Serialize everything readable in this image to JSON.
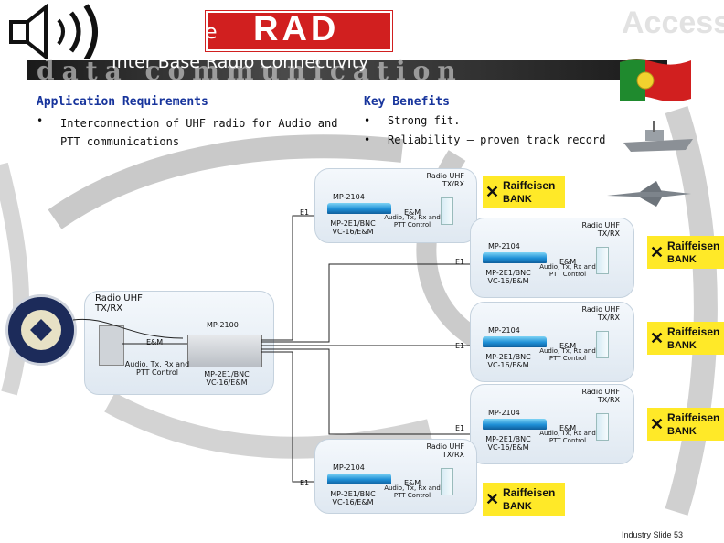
{
  "header": {
    "title_fragment": "e",
    "subtitle": "Inter Base Radio Connectivity",
    "banner_text": "data communication",
    "logo": "RAD",
    "access_text": "Access"
  },
  "requirements": {
    "heading": "Application Requirements",
    "items": [
      "Interconnection of UHF radio for Audio and PTT communications"
    ]
  },
  "benefits": {
    "heading": "Key Benefits",
    "items": [
      "Strong fit.",
      "Reliability – proven track record"
    ]
  },
  "central_site": {
    "radio_label": "Radio UHF TX/RX",
    "device": "MP-2100",
    "card": "MP-2E1/BNC VC-16/E&M",
    "em": "E&M",
    "audio": "Audio, Tx, Rx and PTT Control"
  },
  "remote_sites": [
    {
      "radio_label": "Radio UHF TX/RX",
      "device": "MP-2104",
      "e1": "E1",
      "em": "E&M",
      "card": "MP-2E1/BNC VC-16/E&M",
      "audio": "Audio, Tx, Rx and PTT Control",
      "bank": [
        "Raiffeisen",
        "BANK"
      ]
    },
    {
      "radio_label": "Radio UHF TX/RX",
      "device": "MP-2104",
      "e1": "E1",
      "em": "E&M",
      "card": "MP-2E1/BNC VC-16/E&M",
      "audio": "Audio, Tx, Rx and PTT Control",
      "bank": [
        "Raiffeisen",
        "BANK"
      ]
    },
    {
      "radio_label": "Radio UHF TX/RX",
      "device": "MP-2104",
      "e1": "E1",
      "em": "E&M",
      "card": "MP-2E1/BNC VC-16/E&M",
      "audio": "Audio, Tx, Rx and PTT Control",
      "bank": [
        "Raiffeisen",
        "BANK"
      ]
    },
    {
      "radio_label": "Radio UHF TX/RX",
      "device": "MP-2104",
      "e1": "E1",
      "em": "E&M",
      "card": "MP-2E1/BNC VC-16/E&M",
      "audio": "Audio, Tx, Rx and PTT Control",
      "bank": [
        "Raiffeisen",
        "BANK"
      ]
    },
    {
      "radio_label": "Radio UHF TX/RX",
      "device": "MP-2104",
      "e1": "E1",
      "em": "E&M",
      "card": "MP-2E1/BNC VC-16/E&M",
      "audio": "Audio, Tx, Rx and PTT Control",
      "bank": [
        "Raiffeisen",
        "BANK"
      ]
    }
  ],
  "footer": {
    "text": "Industry Slide 53"
  },
  "colors": {
    "rad_red": "#d11f1f",
    "panel_blue": "#dfe8f1",
    "bank_yellow": "#ffe928",
    "device_blue": "#1e8fd6"
  }
}
